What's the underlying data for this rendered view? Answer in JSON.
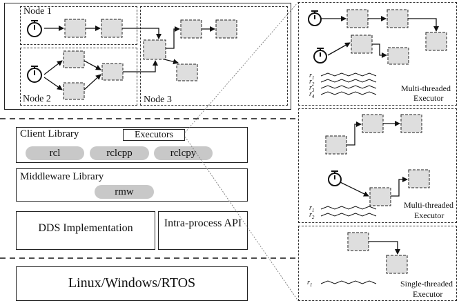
{
  "nodes": {
    "node1": "Node 1",
    "node2": "Node 2",
    "node3": "Node 3"
  },
  "stack": {
    "client_library": "Client Library",
    "executors": "Executors",
    "rcl": "rcl",
    "rclcpp": "rclcpp",
    "rclcpy": "rclcpy",
    "middleware_library": "Middleware Library",
    "rmw": "rmw",
    "dds": "DDS Implementation",
    "intra_process": "Intra-process API",
    "os": "Linux/Windows/RTOS"
  },
  "executors": [
    {
      "type": "Multi-threaded",
      "word": "Executor",
      "threads": [
        "r1",
        "r2",
        "r3",
        "r4"
      ]
    },
    {
      "type": "Multi-threaded",
      "word": "Executor",
      "threads": [
        "r1",
        "r2"
      ]
    },
    {
      "type": "Single-threaded",
      "word": "Executor",
      "threads": [
        "r1"
      ]
    }
  ],
  "colors": {
    "callback_fill": "#dedede",
    "pill_fill": "#c8c8c8"
  }
}
